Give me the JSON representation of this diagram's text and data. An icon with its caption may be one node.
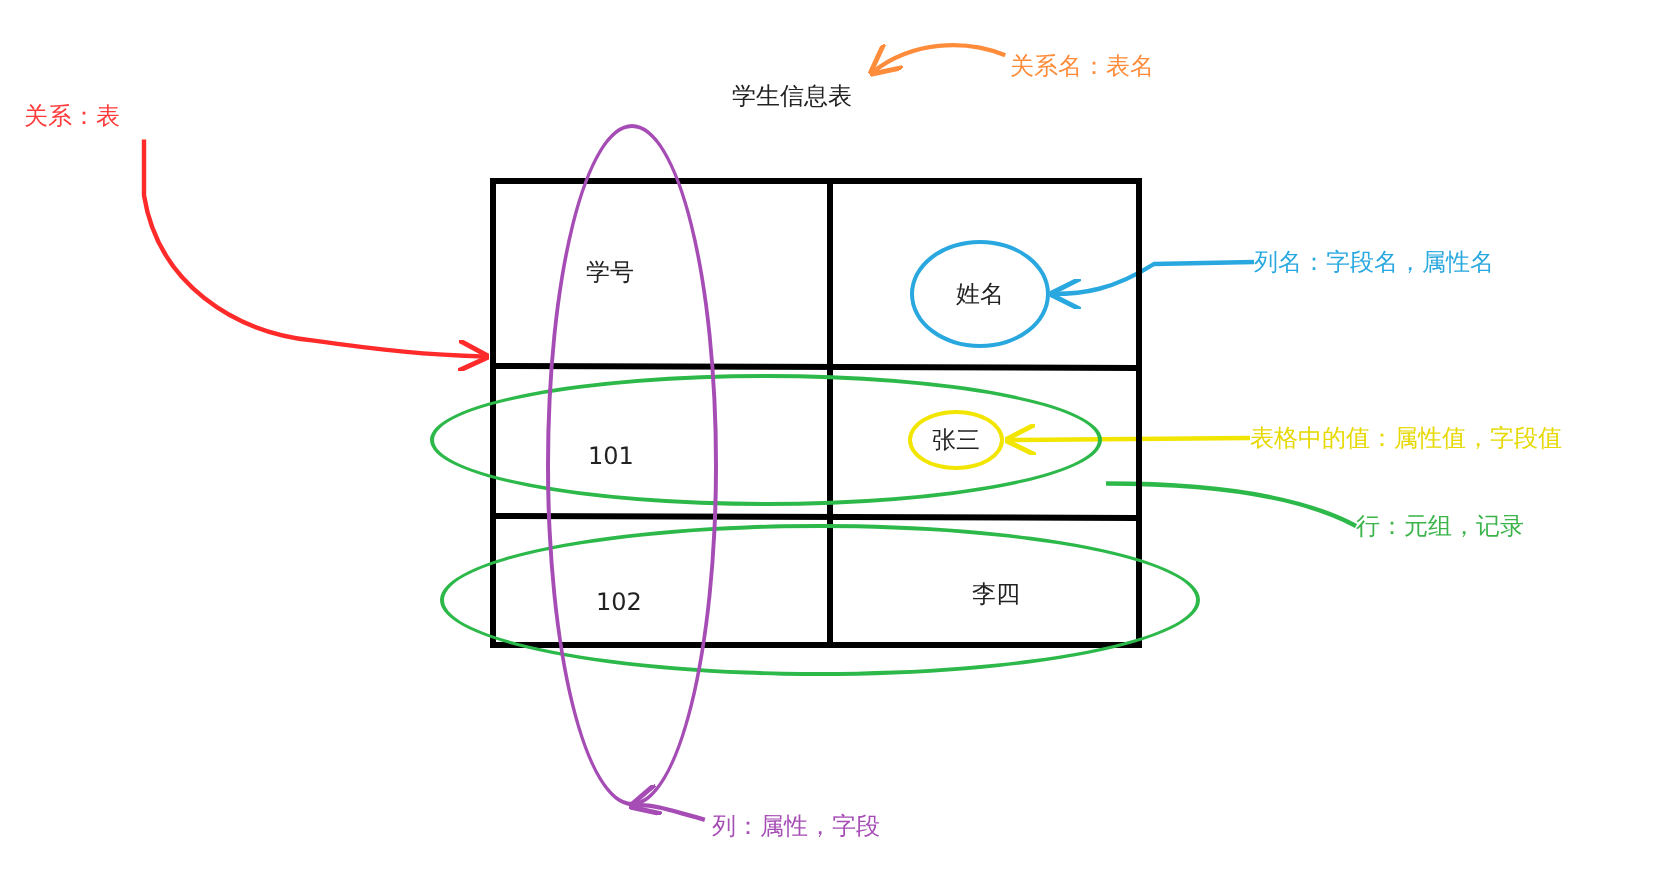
{
  "diagram": {
    "nodes": [
      {
        "text": [
          "学生信息表"
        ]
      },
      {
        "text": [
          "关系名：表名"
        ]
      },
      {
        "text": [
          "关系：表"
        ]
      },
      {
        "text": [],
        "shape": "box"
      },
      {
        "text": [
          "姓名"
        ],
        "in": 3
      },
      {
        "text": [],
        "shape": "circle"
      },
      {
        "text": [
          "张三"
        ],
        "in": 5
      },
      {
        "text": [],
        "shape": "circle"
      },
      {
        "text": [],
        "shape": "circle"
      },
      {
        "text": [
          "列名：字段名，属性名"
        ]
      },
      {
        "text": [
          "表格中的值：属性值，字段值"
        ]
      },
      {
        "text": [
          "行：元组，记录"
        ]
      },
      {
        "text": [
          "列：属性，字段"
        ]
      }
    ],
    "edges": [
      {
        "from": 1,
        "to": 0,
        "arrow": "to",
        "color": "#ff8c3a"
      },
      {
        "from": 2,
        "to": 3,
        "arrow": "to",
        "color": "#ff2a2a"
      },
      {
        "from": 9,
        "to": 4,
        "arrow": "to",
        "color": "#29a8e0"
      },
      {
        "from": 10,
        "to": 6,
        "arrow": "to",
        "color": "#f2e600"
      },
      {
        "from": 11,
        "to": 5,
        "arrow": "none",
        "color": "#2db84a"
      },
      {
        "from": 12,
        "to": 8,
        "arrow": "to",
        "color": "#a64db5"
      }
    ],
    "labels": [
      "学号",
      "101",
      "102",
      "李四"
    ]
  }
}
